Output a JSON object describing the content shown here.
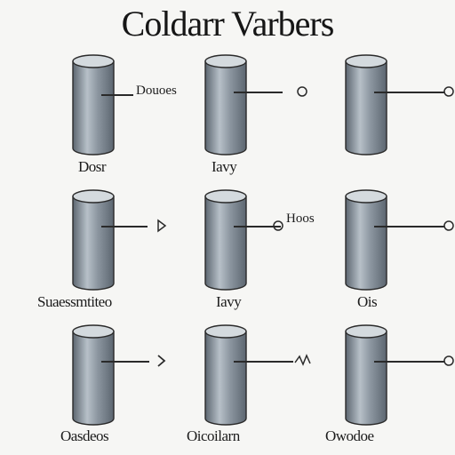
{
  "title": "Coldarr Varbers",
  "colors": {
    "cylinder_body": "#8d97a1",
    "cylinder_dark": "#5c6670",
    "cylinder_light": "#b7c0c8",
    "cylinder_top": "#d4dade",
    "outline": "#2a2a2a"
  },
  "rows": [
    {
      "cells": [
        {
          "caption": "Dosr",
          "wire_label": "Douoes",
          "marker": "none"
        },
        {
          "caption": "Iavy",
          "wire_label": "",
          "marker": "circle"
        },
        {
          "caption": "",
          "wire_label": "",
          "marker": "circle"
        }
      ]
    },
    {
      "cells": [
        {
          "caption": "Suaessmtiteo",
          "wire_label": "",
          "marker": "triangle"
        },
        {
          "caption": "Iavy",
          "wire_label": "Hoos",
          "marker": "circle-left"
        },
        {
          "caption": "Ois",
          "wire_label": "",
          "marker": "circle"
        }
      ]
    },
    {
      "cells": [
        {
          "caption": "Oasdeos",
          "wire_label": "",
          "marker": "arrow"
        },
        {
          "caption": "Oicoilarn",
          "wire_label": "",
          "marker": "squiggle"
        },
        {
          "caption": "Owodoe",
          "wire_label": "",
          "marker": "circle"
        }
      ]
    }
  ]
}
